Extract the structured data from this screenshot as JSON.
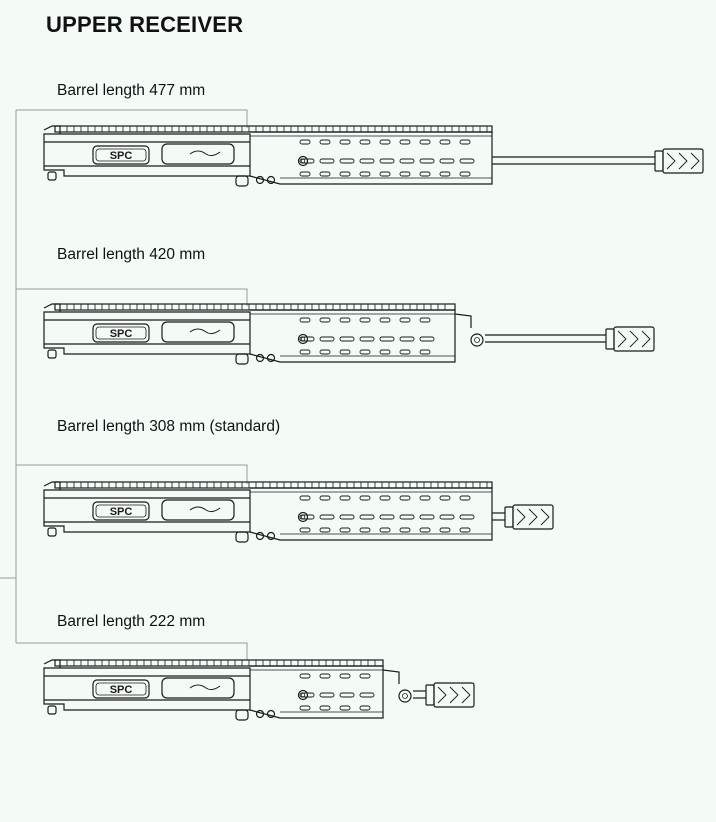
{
  "title": "UPPER RECEIVER",
  "variants": [
    {
      "label": "Barrel length 477 mm"
    },
    {
      "label": "Barrel length 420 mm"
    },
    {
      "label": "Barrel length 308 mm (standard)"
    },
    {
      "label": "Barrel length 222 mm"
    }
  ],
  "logo_text": "SPC",
  "colors": {
    "background": "#f4fbf7",
    "line": "#1a1a1a",
    "connector": "#9a9a9a"
  }
}
